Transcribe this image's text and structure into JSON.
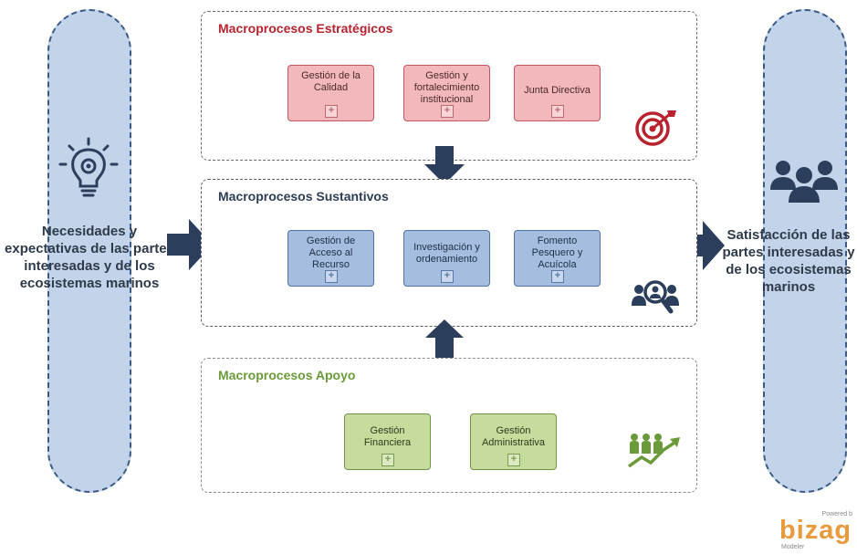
{
  "left_panel": {
    "text": "Necesidades y expectativas de las partes interesadas y de los ecosistemas marinos",
    "icon": "lightbulb-gear-icon"
  },
  "right_panel": {
    "text": "Satisfacción de las partes interesadas y de los ecosistemas marinos",
    "icon": "people-group-icon"
  },
  "groups": {
    "estrategicos": {
      "title": "Macroprocesos Estratégicos",
      "icon": "target-icon",
      "processes": [
        "Gestión de la Calidad",
        "Gestión y fortalecimiento institucional",
        "Junta Directiva"
      ]
    },
    "sustantivos": {
      "title": "Macroprocesos Sustantivos",
      "icon": "search-people-icon",
      "processes": [
        "Gestión de Acceso al Recurso",
        "Investigación y ordenamiento",
        "Fomento Pesquero y Acuícola"
      ]
    },
    "apoyo": {
      "title": "Macroprocesos Apoyo",
      "icon": "team-growth-icon",
      "processes": [
        "Gestión Financiera",
        "Gestión Administrativa"
      ]
    }
  },
  "watermark": {
    "powered_by": "Powered b",
    "brand": "bizag",
    "product": "Modeler"
  },
  "colors": {
    "estrategicos": "#f3b8bb",
    "sustantivos": "#a5bee0",
    "apoyo": "#c5dc9c",
    "arrow": "#2b3f5c",
    "panel": "#c3d4ea"
  },
  "plus_glyph": "+"
}
